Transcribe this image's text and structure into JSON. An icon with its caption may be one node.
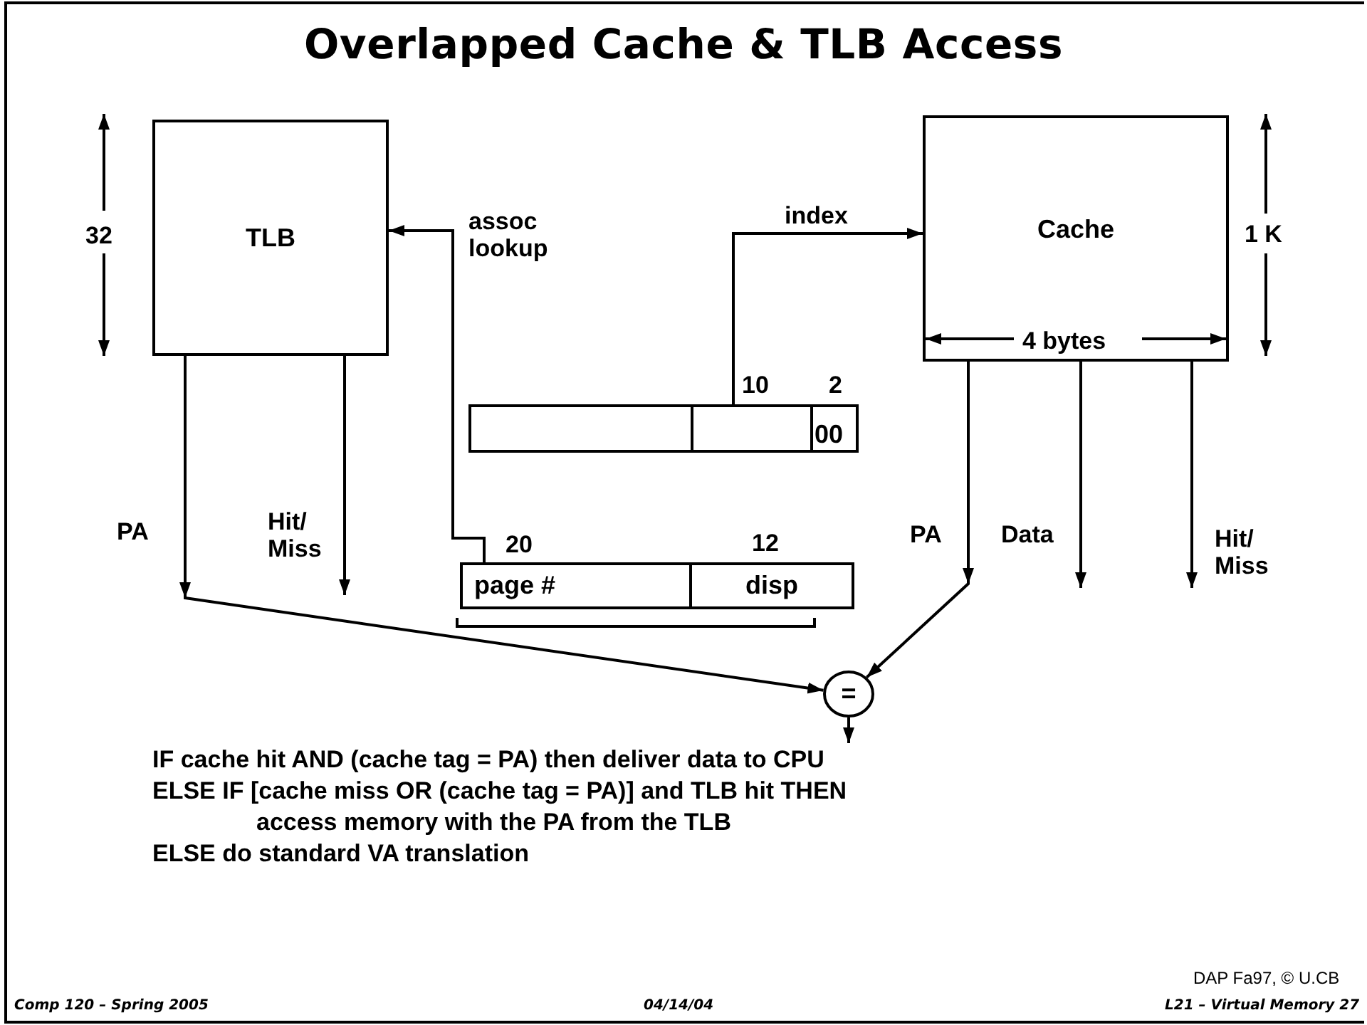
{
  "diagram": {
    "title": "Overlapped Cache & TLB Access",
    "nodes": [
      {
        "text": [
          "TLB"
        ]
      },
      {
        "text": [
          "Cache"
        ]
      },
      {
        "text": [],
        "shape": "box"
      },
      {
        "text": [],
        "shape": "box"
      },
      {
        "text": [
          "00"
        ]
      },
      {
        "text": [
          "page #"
        ]
      },
      {
        "text": [
          "disp"
        ]
      },
      {
        "text": [
          "="
        ]
      }
    ],
    "edges": [
      {
        "from": 5,
        "to": 0,
        "arrow": "to",
        "label": "assoc lookup"
      },
      {
        "from": 3,
        "to": 1,
        "arrow": "to",
        "label": "index"
      },
      {
        "from": 0,
        "to": 7,
        "arrow": "to",
        "label": "PA"
      },
      {
        "from": 0,
        "to": null,
        "arrow": "to",
        "label": "Hit/ Miss"
      },
      {
        "from": 1,
        "to": 7,
        "arrow": "to",
        "label": "PA"
      },
      {
        "from": 1,
        "to": null,
        "arrow": "to",
        "label": "Data"
      },
      {
        "from": 1,
        "to": null,
        "arrow": "to",
        "label": "Hit/ Miss"
      },
      {
        "from": 7,
        "to": null,
        "arrow": "to"
      }
    ],
    "labels": [
      "32",
      "1 K",
      "4 bytes",
      "10",
      "2",
      "20",
      "12",
      "IF cache hit AND (cache tag = PA) then deliver data to CPU",
      "ELSE IF [cache miss OR (cache tag = PA)] and TLB hit THEN",
      "access memory with the PA from the TLB",
      "ELSE do standard VA translation",
      "DAP Fa97, © U.CB",
      "Comp 120 – Spring 2005",
      "04/14/04",
      "L21 – Virtual Memory 27"
    ]
  }
}
